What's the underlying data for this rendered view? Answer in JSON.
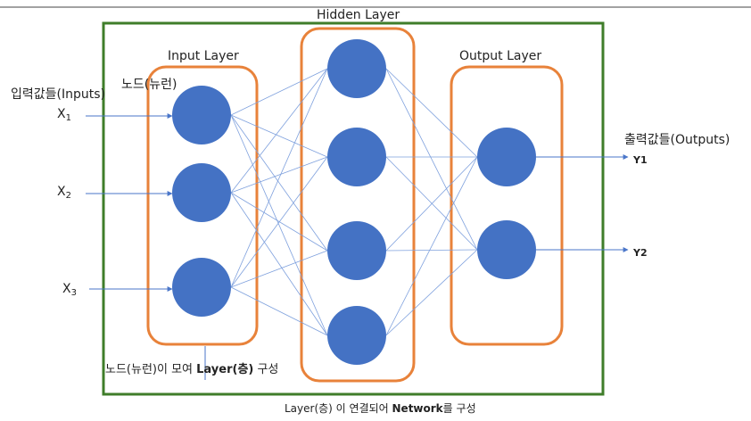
{
  "colors": {
    "network_border": "#3f7d2a",
    "layer_border": "#e8823a",
    "node_fill": "#4472c4",
    "edge": "#7ea0dd",
    "io_arrow": "#4a76c9",
    "top_rule": "#444444"
  },
  "labels": {
    "hidden_layer": "Hidden Layer",
    "input_layer": "Input Layer",
    "output_layer": "Output Layer",
    "node_neuron": "노드(뉴런)",
    "inputs": "입력값들(Inputs)",
    "outputs": "출력값들(Outputs)",
    "layer_note_prefix": "노드(뉴런)이 모여 ",
    "layer_note_bold": "Layer(층)",
    "layer_note_suffix": " 구성",
    "network_note_prefix": "Layer(층) 이 연결되어 ",
    "network_note_bold": "Network",
    "network_note_suffix": "를 구성"
  },
  "inputs": [
    {
      "letter": "X",
      "index": "1"
    },
    {
      "letter": "X",
      "index": "2"
    },
    {
      "letter": "X",
      "index": "3"
    }
  ],
  "outputs": [
    "Y1",
    "Y2"
  ],
  "layers": {
    "input_nodes": 3,
    "hidden_nodes": 4,
    "output_nodes": 2
  }
}
